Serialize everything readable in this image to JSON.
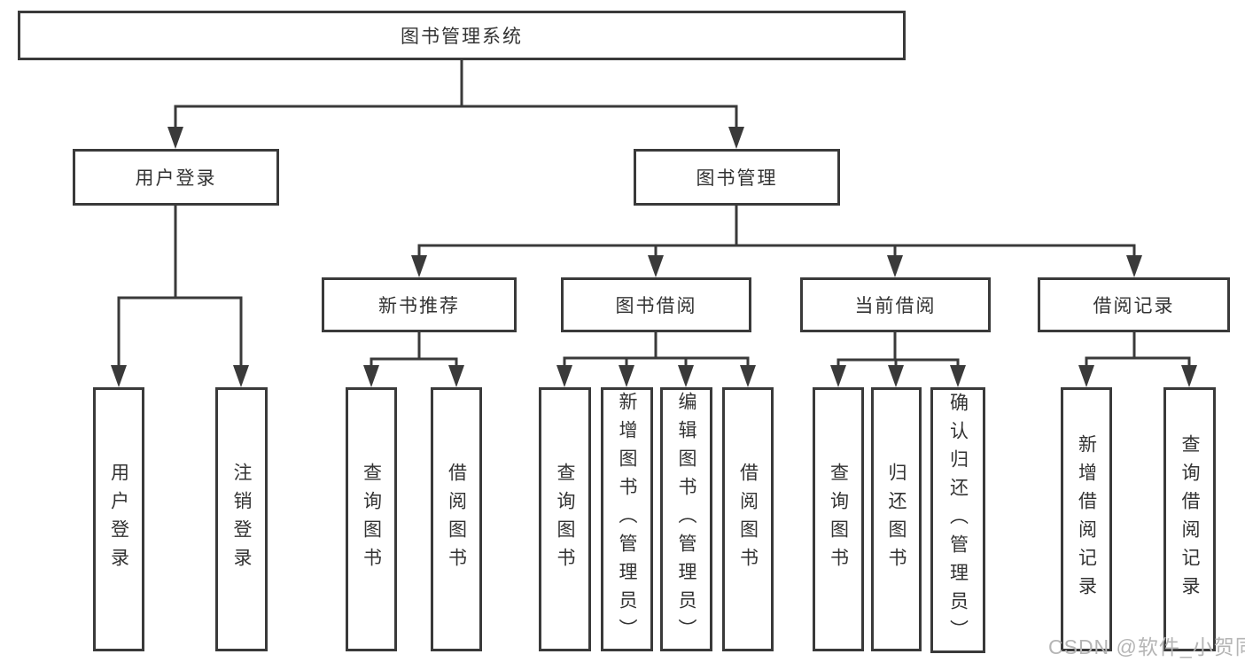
{
  "tree": {
    "root": {
      "label": "图书管理系统"
    },
    "branches": [
      {
        "label": "用户登录",
        "children": [
          {
            "label": "用户登录"
          },
          {
            "label": "注销登录"
          }
        ]
      },
      {
        "label": "图书管理",
        "children": [
          {
            "label": "新书推荐",
            "children": [
              {
                "label": "查询图书"
              },
              {
                "label": "借阅图书"
              }
            ]
          },
          {
            "label": "图书借阅",
            "children": [
              {
                "label": "查询图书"
              },
              {
                "label": "新增图书（管理员）"
              },
              {
                "label": "编辑图书（管理员）"
              },
              {
                "label": "借阅图书"
              }
            ]
          },
          {
            "label": "当前借阅",
            "children": [
              {
                "label": "查询图书"
              },
              {
                "label": "归还图书"
              },
              {
                "label": "确认归还（管理员）"
              }
            ]
          },
          {
            "label": "借阅记录",
            "children": [
              {
                "label": "新增借阅记录"
              },
              {
                "label": "查询借阅记录"
              }
            ]
          }
        ]
      }
    ]
  },
  "watermark": {
    "text": "CSDN @软件_小贺同学"
  },
  "colors": {
    "line": "#3a3a3a",
    "box_border": "#3a3a3a",
    "text": "#333333",
    "watermark": "#b5b5b5",
    "background": "#ffffff"
  }
}
